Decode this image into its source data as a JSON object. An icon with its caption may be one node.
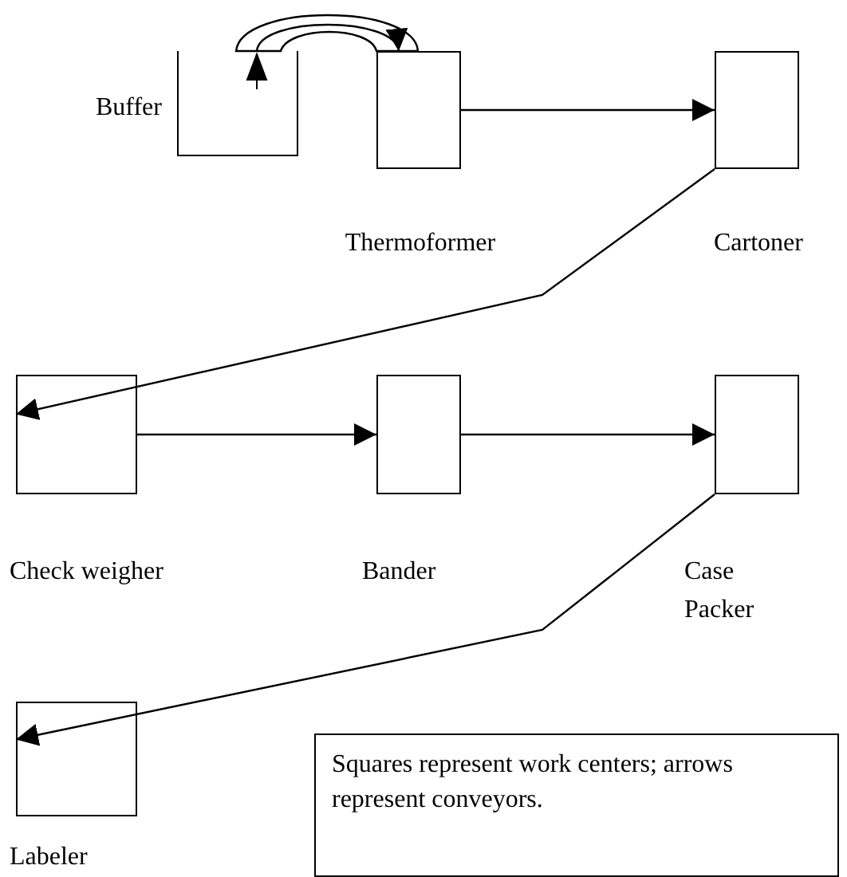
{
  "diagram": {
    "nodes": [
      {
        "text": [
          "Buffer"
        ]
      },
      {
        "text": [
          "Thermoformer"
        ]
      },
      {
        "text": [
          "Cartoner"
        ]
      },
      {
        "text": [
          "Check weigher"
        ]
      },
      {
        "text": [
          "Bander"
        ]
      },
      {
        "text": [
          "Case Packer"
        ]
      },
      {
        "text": [
          "Labeler"
        ]
      },
      {
        "text": [
          "Squares represent work centers; arrows represent conveyors."
        ]
      }
    ],
    "edges": [
      {
        "from": 0,
        "to": 1,
        "arrow": "to"
      },
      {
        "from": 1,
        "to": 2,
        "arrow": "to"
      },
      {
        "from": 2,
        "to": 3,
        "arrow": "to"
      },
      {
        "from": 3,
        "to": 4,
        "arrow": "to"
      },
      {
        "from": 4,
        "to": 5,
        "arrow": "to"
      },
      {
        "from": 5,
        "to": 6,
        "arrow": "to"
      }
    ]
  }
}
